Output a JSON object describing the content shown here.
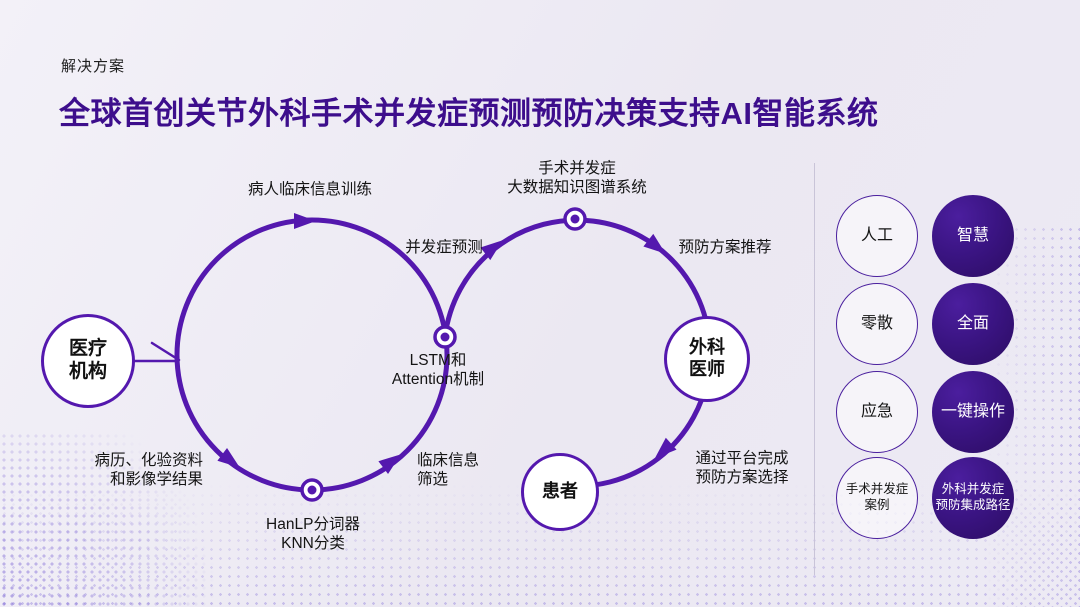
{
  "header": {
    "eyebrow": "解决方案",
    "title": "全球首创关节外科手术并发症预测预防决策支持AI智能系统"
  },
  "diagram": {
    "nodes": {
      "hospital": "医疗\n机构",
      "surgeon": "外科\n医师",
      "patient": "患者"
    },
    "labels": {
      "train": "病人临床信息训练",
      "predict": "并发症预测",
      "lstm": "LSTM和\nAttention机制",
      "knowledge_graph": "手术并发症\n大数据知识图谱系统",
      "recommend": "预防方案推荐",
      "select": "通过平台完成\n预防方案选择",
      "records": "病历、化验资料\n和影像学结果",
      "hanlp": "HanLP分词器\nKNN分类",
      "filter": "临床信息\n筛选"
    }
  },
  "comparison": {
    "rows": [
      {
        "before": "人工",
        "after": "智慧"
      },
      {
        "before": "零散",
        "after": "全面"
      },
      {
        "before": "应急",
        "after": "一键操作"
      },
      {
        "before": "手术并发症\n案例",
        "after": "外科并发症\n预防集成路径"
      }
    ]
  },
  "colors": {
    "accent_stroke": "#5418ae",
    "title_text": "#3d0e8c",
    "filled_circle_dark": "#2c0c62",
    "filled_circle_light": "#4b1e9e",
    "background": "#edeaf4",
    "dots": "#8a6ed7"
  }
}
